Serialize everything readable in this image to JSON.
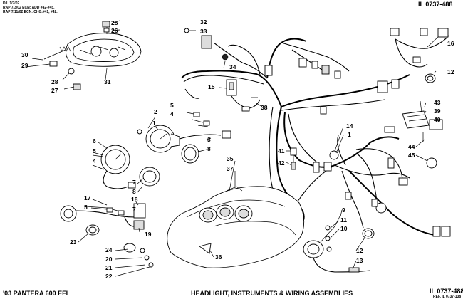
{
  "header": {
    "meta_lines": [
      "DIL 1/7/02",
      "RAP 7/3/02 ECN: ADD #42-#45.",
      "RAP 7/11/02 ECN: CHG.#41, #42."
    ],
    "illustration_id_top": "IL 0737-488",
    "illustration_id_bottom": "IL 0737-488",
    "ref_line": "REF. IL 0737-138"
  },
  "footer": {
    "model": "'03 PANTERA 600 EFI",
    "title": "HEADLIGHT, INSTRUMENTS & WIRING ASSEMBLIES"
  },
  "callouts": {
    "c1": "1",
    "c2": "2",
    "c3": "3",
    "c4a": "4",
    "c4b": "4",
    "c5a": "5",
    "c5b": "5",
    "c5c": "5",
    "c6": "6",
    "c7a": "7",
    "c7b": "7",
    "c8a": "8",
    "c8b": "8",
    "c9": "9",
    "c10": "10",
    "c11": "11",
    "c12a": "12",
    "c12b": "12",
    "c13": "13",
    "c14": "14",
    "c15": "15",
    "c16": "16",
    "c17": "17",
    "c18": "18",
    "c19": "19",
    "c20": "20",
    "c21": "21",
    "c22": "22",
    "c23": "23",
    "c24": "24",
    "c25": "25",
    "c26": "26",
    "c27": "27",
    "c28": "28",
    "c29": "29",
    "c30": "30",
    "c31": "31",
    "c32": "32",
    "c33": "33",
    "c34": "34",
    "c35": "35",
    "c36": "36",
    "c37": "37",
    "c38": "38",
    "c39": "39",
    "c40": "40",
    "c41": "41",
    "c42": "42",
    "c43": "43",
    "c44": "44",
    "c45": "45"
  }
}
